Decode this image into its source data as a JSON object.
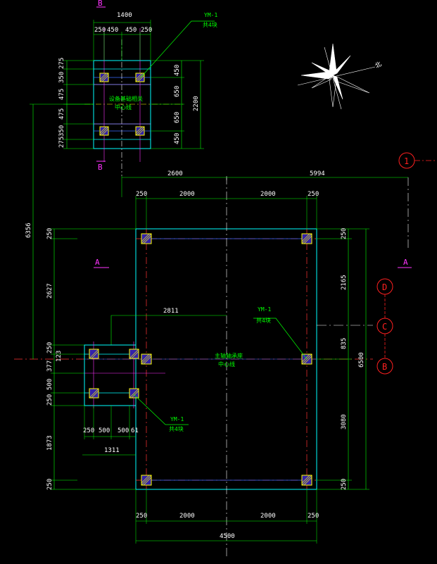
{
  "top_plan": {
    "section_b_top": "B",
    "section_b_bottom": "B",
    "width_total": "1400",
    "widths": [
      "250",
      "450",
      "450",
      "250"
    ],
    "heights_left": [
      "275",
      "350",
      "475",
      "475",
      "350",
      "275"
    ],
    "heights_right": [
      "450",
      "650",
      "650",
      "450"
    ],
    "height_total": "2200",
    "tag": "YM-1",
    "tag_sub": "共4块",
    "center_text_1": "设备基础相关",
    "center_text_2": "中心线"
  },
  "main_plan": {
    "top_dims": [
      "250",
      "2000",
      "2000",
      "250"
    ],
    "offset_2600": "2600",
    "offset_5994": "5994",
    "bottom_dims": [
      "250",
      "2000",
      "2000",
      "250"
    ],
    "bottom_total": "4500",
    "left_outer": "6356",
    "left_dims": [
      "250",
      "2627",
      "250",
      "123",
      "377",
      "500",
      "250",
      "1873",
      "250"
    ],
    "right_dims": [
      "250",
      "2165",
      "835",
      "3080",
      "250"
    ],
    "right_total": "6500",
    "dim_2811": "2811",
    "section_a_left": "A",
    "section_a_right": "A",
    "tag": "YM-1",
    "tag_sub": "共4块",
    "center_text_1": "主轴轴承座",
    "center_text_2": "中心线"
  },
  "sub_plan": {
    "bottom_dims": [
      "250",
      "500",
      "500",
      "61"
    ],
    "total": "1311",
    "tag": "YM-1",
    "tag_sub": "共4块"
  },
  "axes": {
    "a1": "1",
    "d": "D",
    "c": "C",
    "b": "B"
  },
  "north_label": "北"
}
